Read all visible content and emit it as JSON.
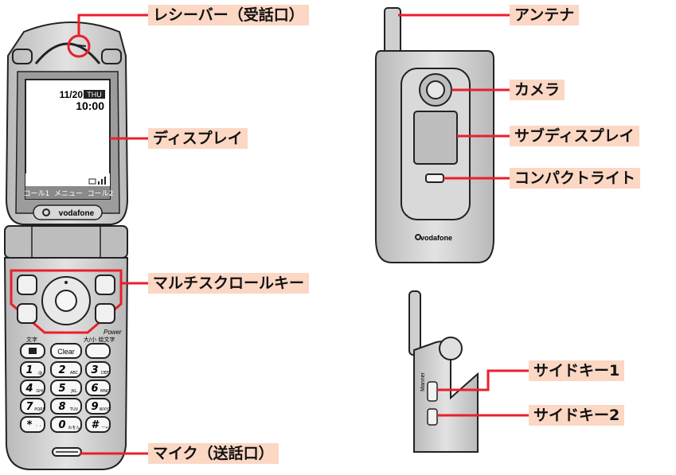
{
  "callouts": {
    "receiver": "レシーバー（受話口）",
    "display": "ディスプレイ",
    "multi_scroll_key": "マルチスクロールキー",
    "microphone": "マイク（送話口）",
    "antenna": "アンテナ",
    "camera": "カメラ",
    "sub_display": "サブディスプレイ",
    "compact_light": "コンパクトライト",
    "side_key_1": "サイドキー1",
    "side_key_2": "サイドキー2"
  },
  "screen": {
    "date": "11/20",
    "weekday": "THU",
    "time": "10:00",
    "softkey_left": "コール1",
    "softkey_center": "メニュー",
    "softkey_right": "コール2"
  },
  "brand": {
    "logo_text": "vodafone"
  },
  "keypad": {
    "clear_label": "Clear",
    "power_label": "Power",
    "moji_label": "文字",
    "daisho_label": "大/小",
    "kigou_label": "絵文字",
    "keys": [
      "1",
      "2",
      "3",
      "4",
      "5",
      "6",
      "7",
      "8",
      "9",
      "*",
      "0",
      "#"
    ],
    "key_subs": [
      ".@",
      "ABC",
      "DEF",
      "GHI",
      "JKL",
      "MNO",
      "PQRS",
      "TUV",
      "WXYZ",
      "゛゜",
      "わをん",
      "ー↵"
    ]
  },
  "side": {
    "manner_label": "Manner"
  },
  "colors": {
    "callout_line": "#e8202a",
    "callout_bg": "#fbd7c4",
    "phone_body": "#cfcfcf",
    "phone_outline": "#222222"
  }
}
